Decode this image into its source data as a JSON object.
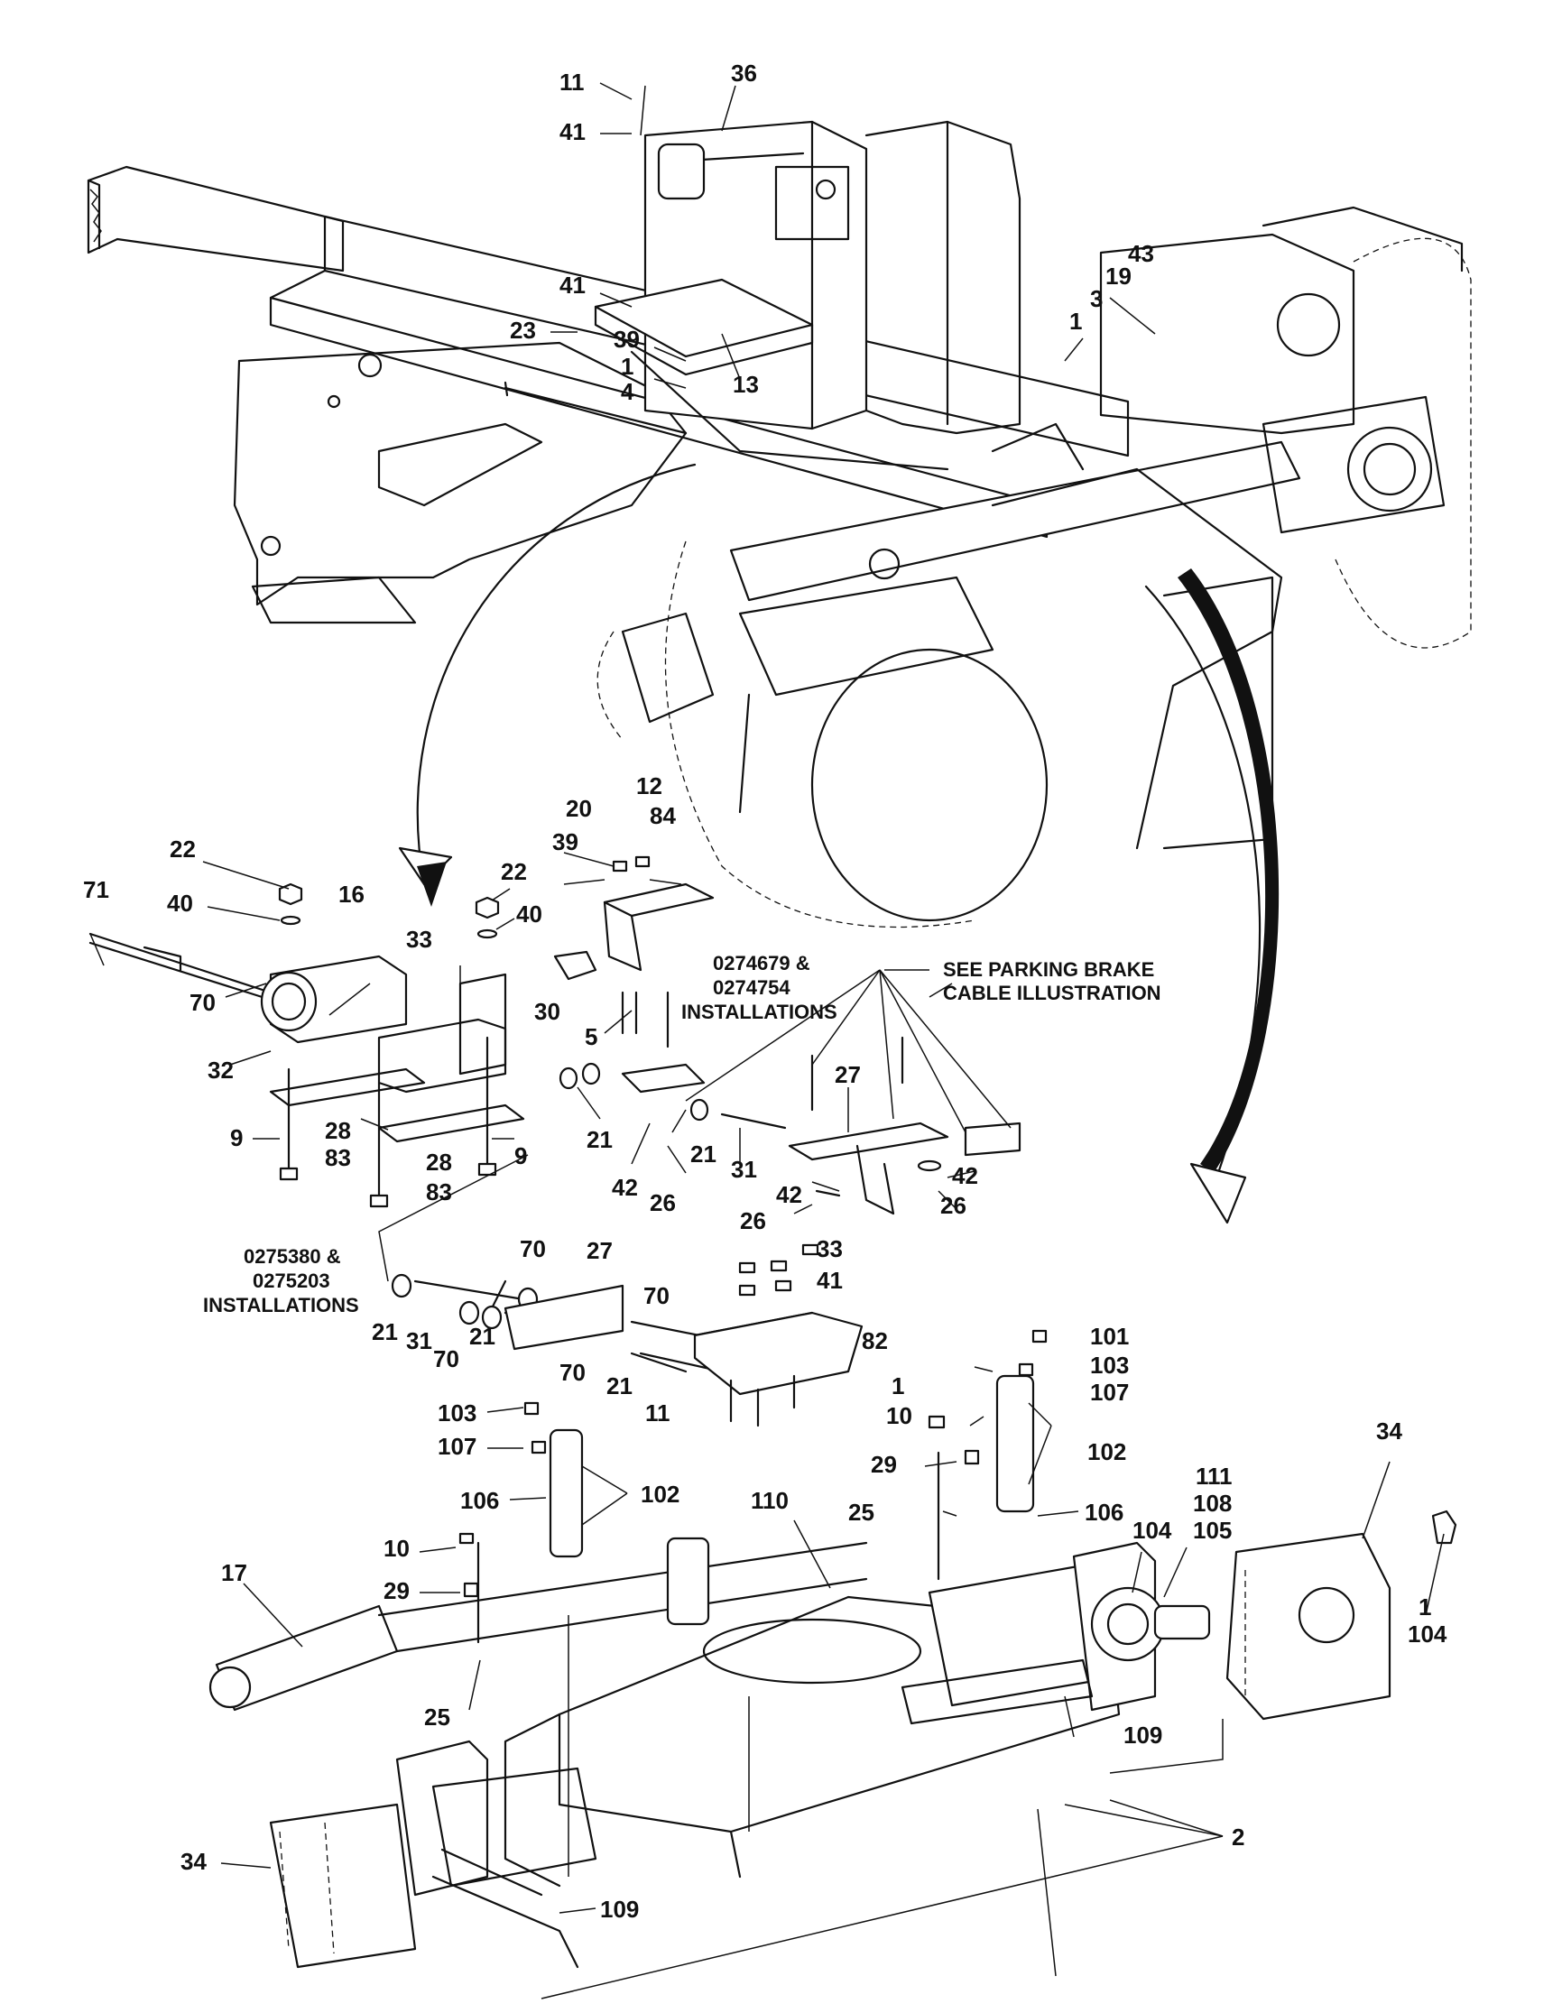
{
  "callouts": {
    "c11_top": "11",
    "c36": "36",
    "c41_top": "41",
    "c41_mid": "41",
    "c23": "23",
    "c39_top": "39",
    "c1_top": "1",
    "c4": "4",
    "c13": "13",
    "c43": "43",
    "c19": "19",
    "c3": "3",
    "c1_right": "1",
    "c22_left": "22",
    "c40_left": "40",
    "c71": "71",
    "c16": "16",
    "c70_left": "70",
    "c32": "32",
    "c9_left": "9",
    "c28_left": "28",
    "c83_left": "83",
    "c33_mid": "33",
    "c22_mid": "22",
    "c40_mid": "40",
    "c30": "30",
    "c5": "5",
    "c20": "20",
    "c39_mid": "39",
    "c12": "12",
    "c84": "84",
    "c28_mid": "28",
    "c83_mid": "83",
    "c9_mid": "9",
    "c21_a": "21",
    "c21_b": "21",
    "c42_a": "42",
    "c26_a": "26",
    "c31_a": "31",
    "c27_a": "27",
    "c42_b": "42",
    "c42_c": "42",
    "c26_b": "26",
    "c26_c": "26",
    "c70_a": "70",
    "c27_b": "27",
    "c33_b": "33",
    "c41_b": "41",
    "c70_b": "70",
    "c21_c": "21",
    "c31_b": "31",
    "c70_c": "70",
    "c21_d": "21",
    "c82": "82",
    "c70_d": "70",
    "c21_e": "21",
    "c11_b": "11",
    "c101": "101",
    "c103_r": "103",
    "c107_r": "107",
    "c1_mid": "1",
    "c10_r": "10",
    "c102_r": "102",
    "c29_r": "29",
    "c25_r": "25",
    "c106_r": "106",
    "c110": "110",
    "c103_l": "103",
    "c107_l": "107",
    "c106_l": "106",
    "c102_l": "102",
    "c10_l": "10",
    "c29_l": "29",
    "c17": "17",
    "c25_l": "25",
    "c34_r": "34",
    "c111": "111",
    "c108": "108",
    "c105": "105",
    "c104_a": "104",
    "c1_b": "1",
    "c104_b": "104",
    "c109_r": "109",
    "c2": "2",
    "c34_l": "34",
    "c109_l": "109"
  },
  "notes": {
    "installs_a_line1": "0274679 &",
    "installs_a_line2": "0274754",
    "installs_a_line3": "INSTALLATIONS",
    "installs_b_line1": "0275380 &",
    "installs_b_line2": "0275203",
    "installs_b_line3": "INSTALLATIONS",
    "see_line1": "SEE PARKING BRAKE",
    "see_line2": "CABLE ILLUSTRATION"
  }
}
